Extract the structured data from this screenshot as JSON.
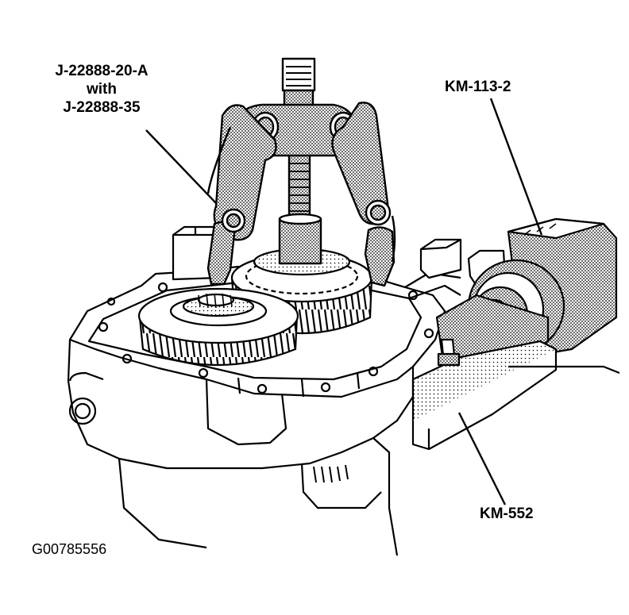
{
  "labels": {
    "tool_line1": "J-22888-20-A",
    "tool_line2": "with",
    "tool_line3": "J-22888-35",
    "km113": "KM-113-2",
    "km552": "KM-552",
    "figure_id": "G00785556"
  },
  "colors": {
    "line": "#000000",
    "background": "#ffffff"
  }
}
